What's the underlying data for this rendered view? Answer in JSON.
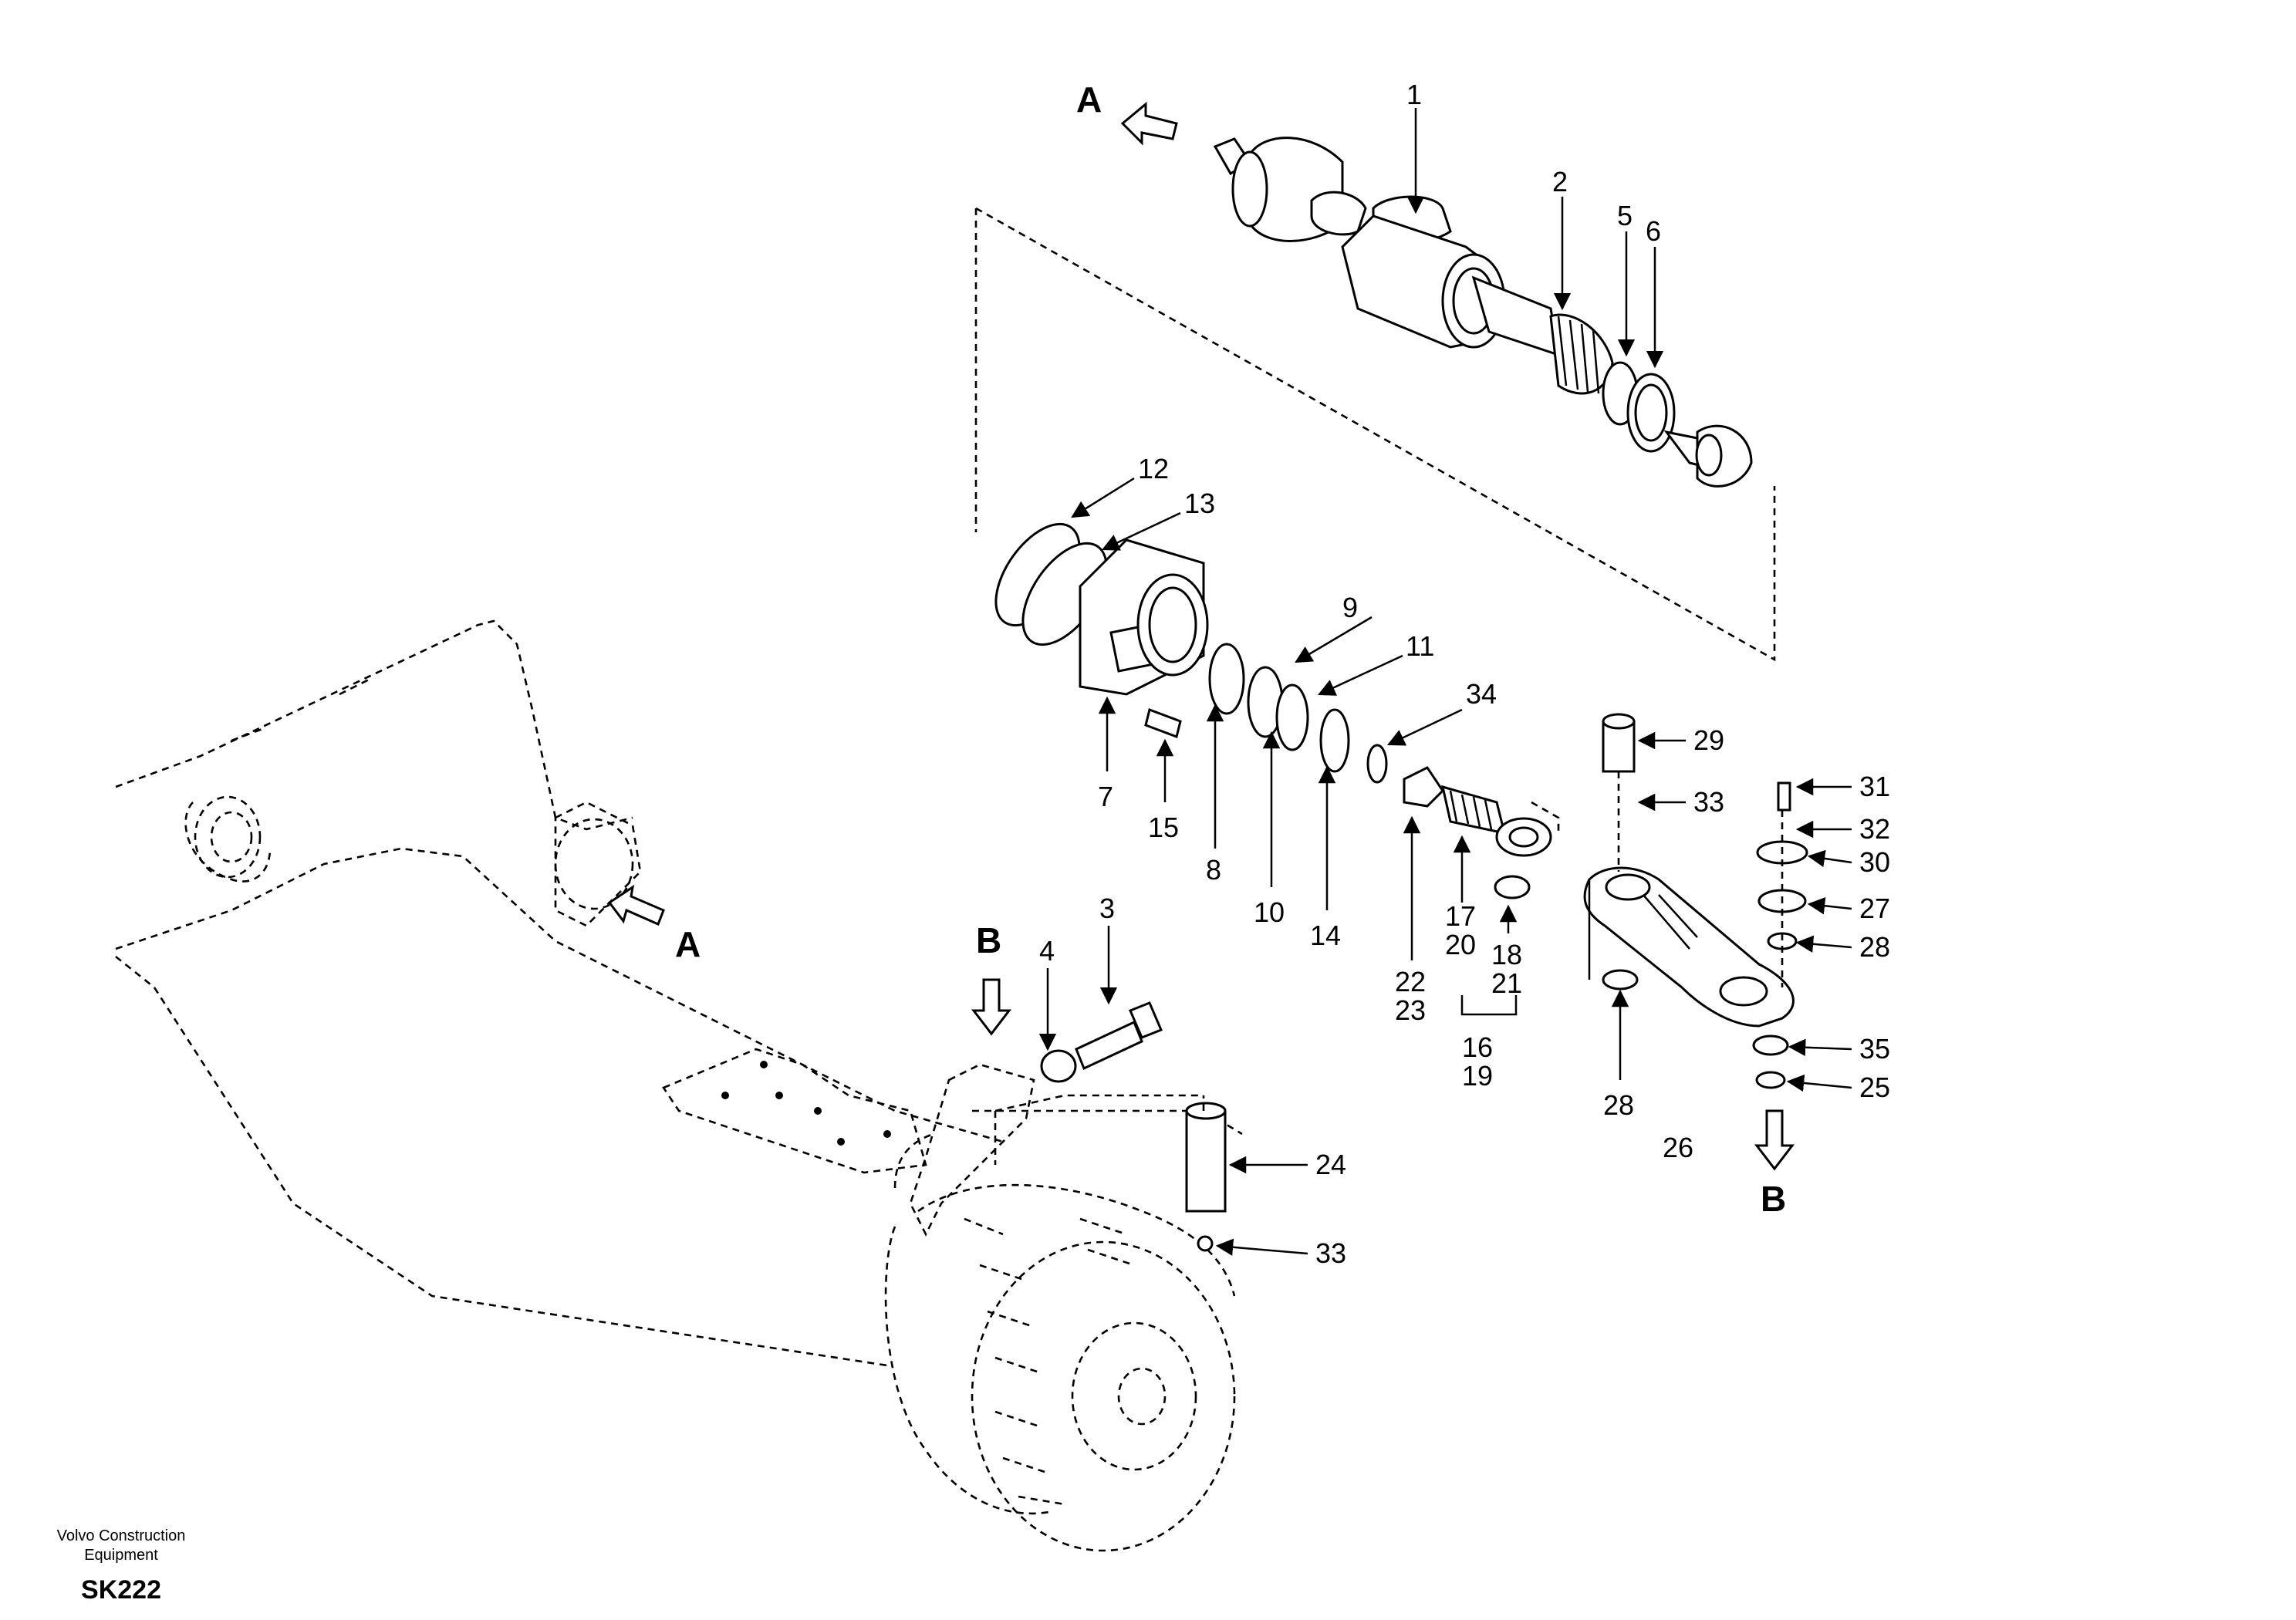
{
  "drawing": {
    "brand_line1": "Volvo Construction",
    "brand_line2": "Equipment",
    "code": "SK222",
    "view_a": "A",
    "view_b": "B"
  },
  "callouts": {
    "p1": "1",
    "p2": "2",
    "p3": "3",
    "p4": "4",
    "p5": "5",
    "p6": "6",
    "p7": "7",
    "p8": "8",
    "p9": "9",
    "p10": "10",
    "p11": "11",
    "p12": "12",
    "p13": "13",
    "p14": "14",
    "p15": "15",
    "p16": "16",
    "p17": "17",
    "p18": "18",
    "p19": "19",
    "p20": "20",
    "p21": "21",
    "p22": "22",
    "p23": "23",
    "p24": "24",
    "p25": "25",
    "p26": "26",
    "p27": "27",
    "p28a": "28",
    "p28b": "28",
    "p29": "29",
    "p30": "30",
    "p31": "31",
    "p32": "32",
    "p33a": "33",
    "p33b": "33",
    "p34": "34",
    "p35": "35"
  }
}
